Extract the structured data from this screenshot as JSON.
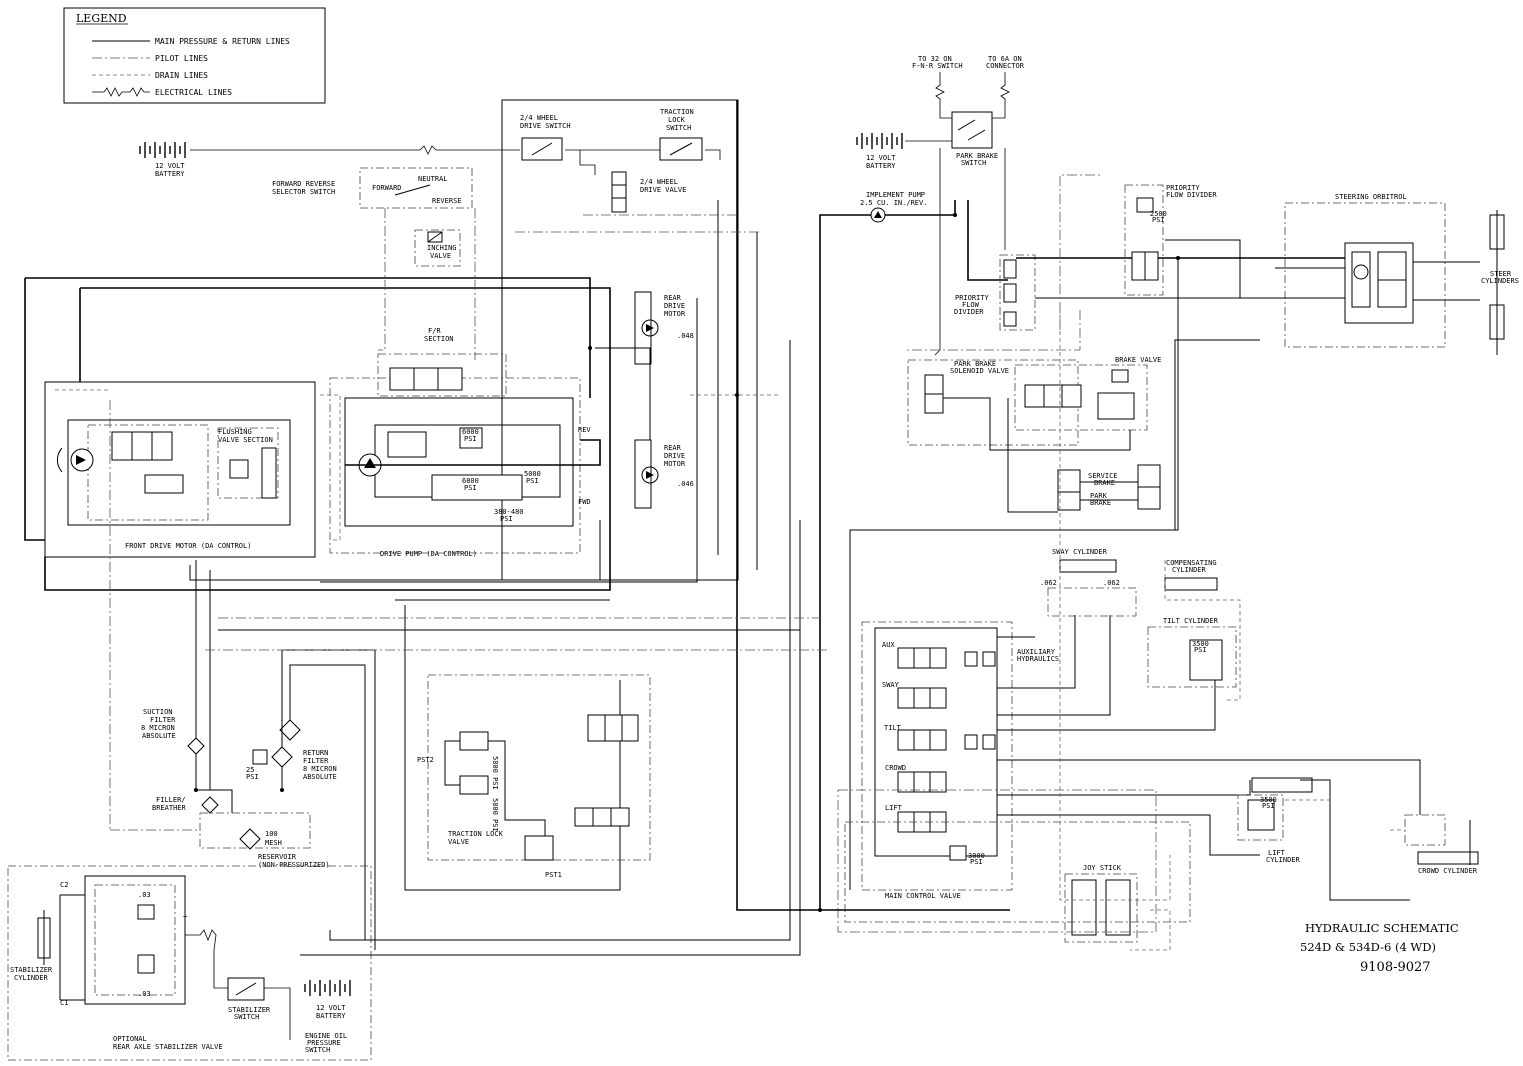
{
  "legend": {
    "title": "LEGEND",
    "entries": [
      {
        "label": "MAIN PRESSURE & RETURN LINES",
        "style": "solid"
      },
      {
        "label": "PILOT LINES",
        "style": "dash-dot"
      },
      {
        "label": "DRAIN LINES",
        "style": "dashed"
      },
      {
        "label": "ELECTRICAL LINES",
        "style": "zigzag"
      }
    ]
  },
  "title_block": {
    "line1": "HYDRAULIC SCHEMATIC",
    "line2": "524D & 534D-6 (4 WD)",
    "line3": "9108-9027"
  },
  "labels": {
    "battery_left": [
      "12 VOLT",
      "BATTERY"
    ],
    "battery_right": [
      "12 VOLT",
      "BATTERY"
    ],
    "battery_bottom": [
      "12 VOLT",
      "BATTERY"
    ],
    "fr_selector": [
      "FORWARD REVERSE",
      "SELECTOR SWITCH"
    ],
    "forward": "FORWARD",
    "neutral": "NEUTRAL",
    "reverse": "REVERSE",
    "inching_valve": [
      "INCHING",
      "VALVE"
    ],
    "wheel_drive_switch": [
      "2/4 WHEEL",
      "DRIVE SWITCH"
    ],
    "traction_lock_switch": [
      "TRACTION",
      "LOCK",
      "SWITCH"
    ],
    "wheel_drive_valve": [
      "2/4 WHEEL",
      "DRIVE VALVE"
    ],
    "rear_drive_motor_1": [
      "REAR",
      "DRIVE",
      "MOTOR"
    ],
    "rear_drive_motor_2": [
      "REAR",
      "DRIVE",
      "MOTOR"
    ],
    "orifice_048": ".048",
    "orifice_046": ".046",
    "fr_section": [
      "F/R",
      "SECTION"
    ],
    "flushing_valve": [
      "FLUSHING",
      "VALVE SECTION"
    ],
    "front_drive_motor": "FRONT DRIVE MOTOR  (DA CONTROL)",
    "drive_pump": "DRIVE PUMP (DA CONTROL)",
    "rev": "REV",
    "fwd": "FWD",
    "psi_380_480": [
      "380-480",
      "PSI"
    ],
    "to_32": [
      "TO 32 ON",
      "F-N-R SWITCH"
    ],
    "to_6a": [
      "TO 6A ON",
      "CONNECTOR"
    ],
    "park_brake_switch": [
      "PARK BRAKE",
      "SWITCH"
    ],
    "implement_pump": [
      "IMPLEMENT PUMP",
      "2.5 CU. IN./REV."
    ],
    "priority_flow_divider_1": [
      "PRIORITY",
      "FLOW",
      "DIVIDER"
    ],
    "priority_flow_divider_2": [
      "PRIORITY",
      "FLOW DIVIDER"
    ],
    "psi_2500": [
      "2500",
      "PSI"
    ],
    "steering_orbitrol": "STEERING ORBITROL",
    "steer_cylinders": [
      "STEER",
      "CYLINDERS"
    ],
    "park_brake_solenoid": [
      "PARK BRAKE",
      "SOLENOID VALVE"
    ],
    "brake_valve": "BRAKE VALVE",
    "service_brake": [
      "SERVICE",
      "BRAKE"
    ],
    "park_brake": [
      "PARK",
      "BRAKE"
    ],
    "sway_cylinder": "SWAY CYLINDER",
    "orifice_062_l": ".062",
    "orifice_062_r": ".062",
    "compensating_cylinder": [
      "COMPENSATING",
      "CYLINDER"
    ],
    "tilt_cylinder": "TILT CYLINDER",
    "aux_hydraulics": [
      "AUXILIARY",
      "HYDRAULICS"
    ],
    "aux": "AUX",
    "sway": "SWAY",
    "tilt": "TILT",
    "crowd": "CROWD",
    "lift": "LIFT",
    "main_control_valve": "MAIN CONTROL VALVE",
    "joy_stick": "JOY STICK",
    "lift_cylinder": [
      "LIFT",
      "CYLINDER"
    ],
    "crowd_cylinder": "CROWD CYLINDER",
    "suction_filter": [
      "SUCTION",
      "FILTER",
      "8 MICRON",
      "ABSOLUTE"
    ],
    "return_filter": [
      "RETURN",
      "FILTER",
      "8 MICRON",
      "ABSOLUTE"
    ],
    "psi_25": [
      "25",
      "PSI"
    ],
    "filler_breather": [
      "FILLER/",
      "BREATHER"
    ],
    "mesh_100": [
      "100",
      "MESH"
    ],
    "reservoir": [
      "RESERVOIR",
      "(NON-PRESSURIZED)"
    ],
    "traction_lock_valve": [
      "TRACTION LOCK",
      "VALVE"
    ],
    "pst1": "PST1",
    "pst2": "PST2",
    "psi_5800_a": "5800 PSI",
    "psi_5800_b": "5800 PSI",
    "stabilizer_cylinder": [
      "STABILIZER",
      "CYLINDER"
    ],
    "stabilizer_switch": [
      "STABILIZER",
      "SWITCH"
    ],
    "engine_oil": [
      "ENGINE OIL",
      "PRESSURE",
      "SWITCH"
    ],
    "optional_stabilizer": [
      "OPTIONAL",
      "REAR AXLE STABILIZER VALVE"
    ],
    "orifice_03": ".03",
    "orifice_03b": ".03",
    "c1": "C1",
    "c2": "C2",
    "t_port": "T",
    "psi_3000": [
      "3000",
      "PSI"
    ],
    "psi_3500a": [
      "3500",
      "PSI"
    ],
    "psi_3500b": [
      "3500",
      "PSI"
    ],
    "psi_6000": [
      "6000",
      "PSI"
    ],
    "psi_6800": [
      "6800",
      "PSI"
    ],
    "psi_5000": [
      "5000",
      "PSI"
    ]
  }
}
